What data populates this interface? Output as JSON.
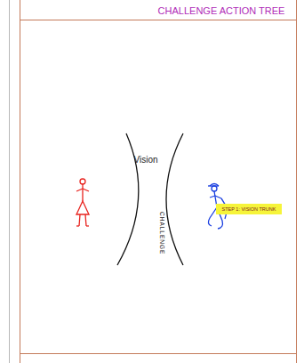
{
  "diagram": {
    "title": "CHALLENGE ACTION TREE",
    "nodes": [
      {
        "text": [
          "Vision",
          "CHALLENGE"
        ]
      },
      {
        "text": [
          "STEP 1: VISION TRUNK"
        ]
      }
    ]
  }
}
